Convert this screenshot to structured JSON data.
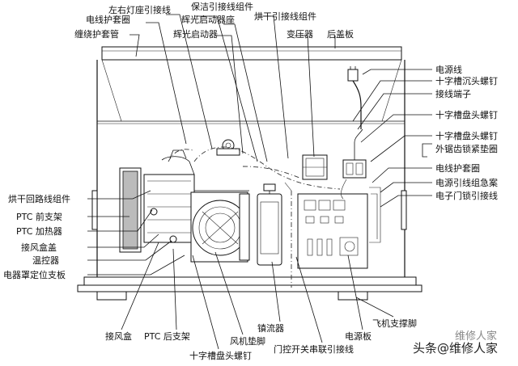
{
  "labels": {
    "left_lamp_lead": "左右灯座引接线",
    "wire_sleeve_top": "电线护套圈",
    "winding_sleeve": "缠绕护套管",
    "clean_lead_group": "保洁引接线组件",
    "glow_starter_socket": "辉光启动器座",
    "glow_starter": "辉光启动器",
    "dry_lead_group": "烘干引接线组件",
    "transformer": "变压器",
    "rear_cover": "后盖板",
    "power_cord": "电源线",
    "cross_countersunk": "十字槽沉头螺钉",
    "terminal": "接线端子",
    "cross_pan_screw_1": "十字槽盘头螺钉",
    "cross_pan_screw_2": "十字槽盘头螺钉",
    "ext_lock_washer": "外锯齿锁紧垫圈",
    "wire_sleeve_right": "电线护套圈",
    "power_lead_group": "电源引线组急案",
    "door_lock_lead": "电子门锁引接线",
    "dry_loop_group": "烘干回路线组件",
    "ptc_front_bracket": "PTC 前支架",
    "ptc_heater": "PTC 加热器",
    "air_box_cover": "接风盒盖",
    "thermostat": "温控器",
    "cover_bracket": "电器罩定位支板",
    "air_box": "接风盒",
    "ptc_rear_bracket": "PTC 后支架",
    "cross_pan_screw_bottom": "十字槽盘头螺钉",
    "fan_foot": "风机垫脚",
    "ballast": "镇流器",
    "door_switch_lead": "门控开关串联引接线",
    "power_board": "电源板",
    "machine_foot": "飞机支撑脚"
  },
  "watermark": {
    "text": "头条@维修人家",
    "faded": "维修人家"
  }
}
